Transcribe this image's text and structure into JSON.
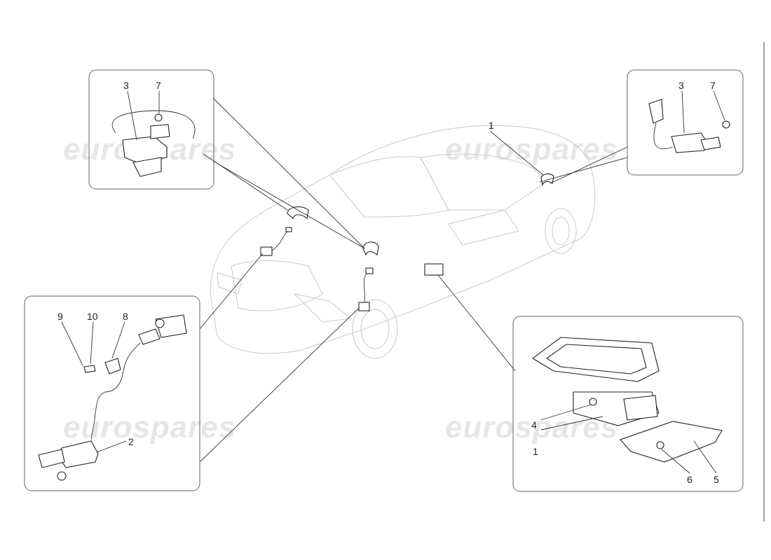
{
  "watermark": "eurospares",
  "panels": {
    "top_left": {
      "labels": [
        "3",
        "7"
      ]
    },
    "top_right": {
      "labels": [
        "3",
        "7"
      ]
    },
    "bottom_left": {
      "labels": [
        "9",
        "10",
        "8",
        "2"
      ]
    },
    "bottom_right": {
      "labels": [
        "4",
        "1",
        "6",
        "5"
      ]
    }
  },
  "car_label": "1"
}
